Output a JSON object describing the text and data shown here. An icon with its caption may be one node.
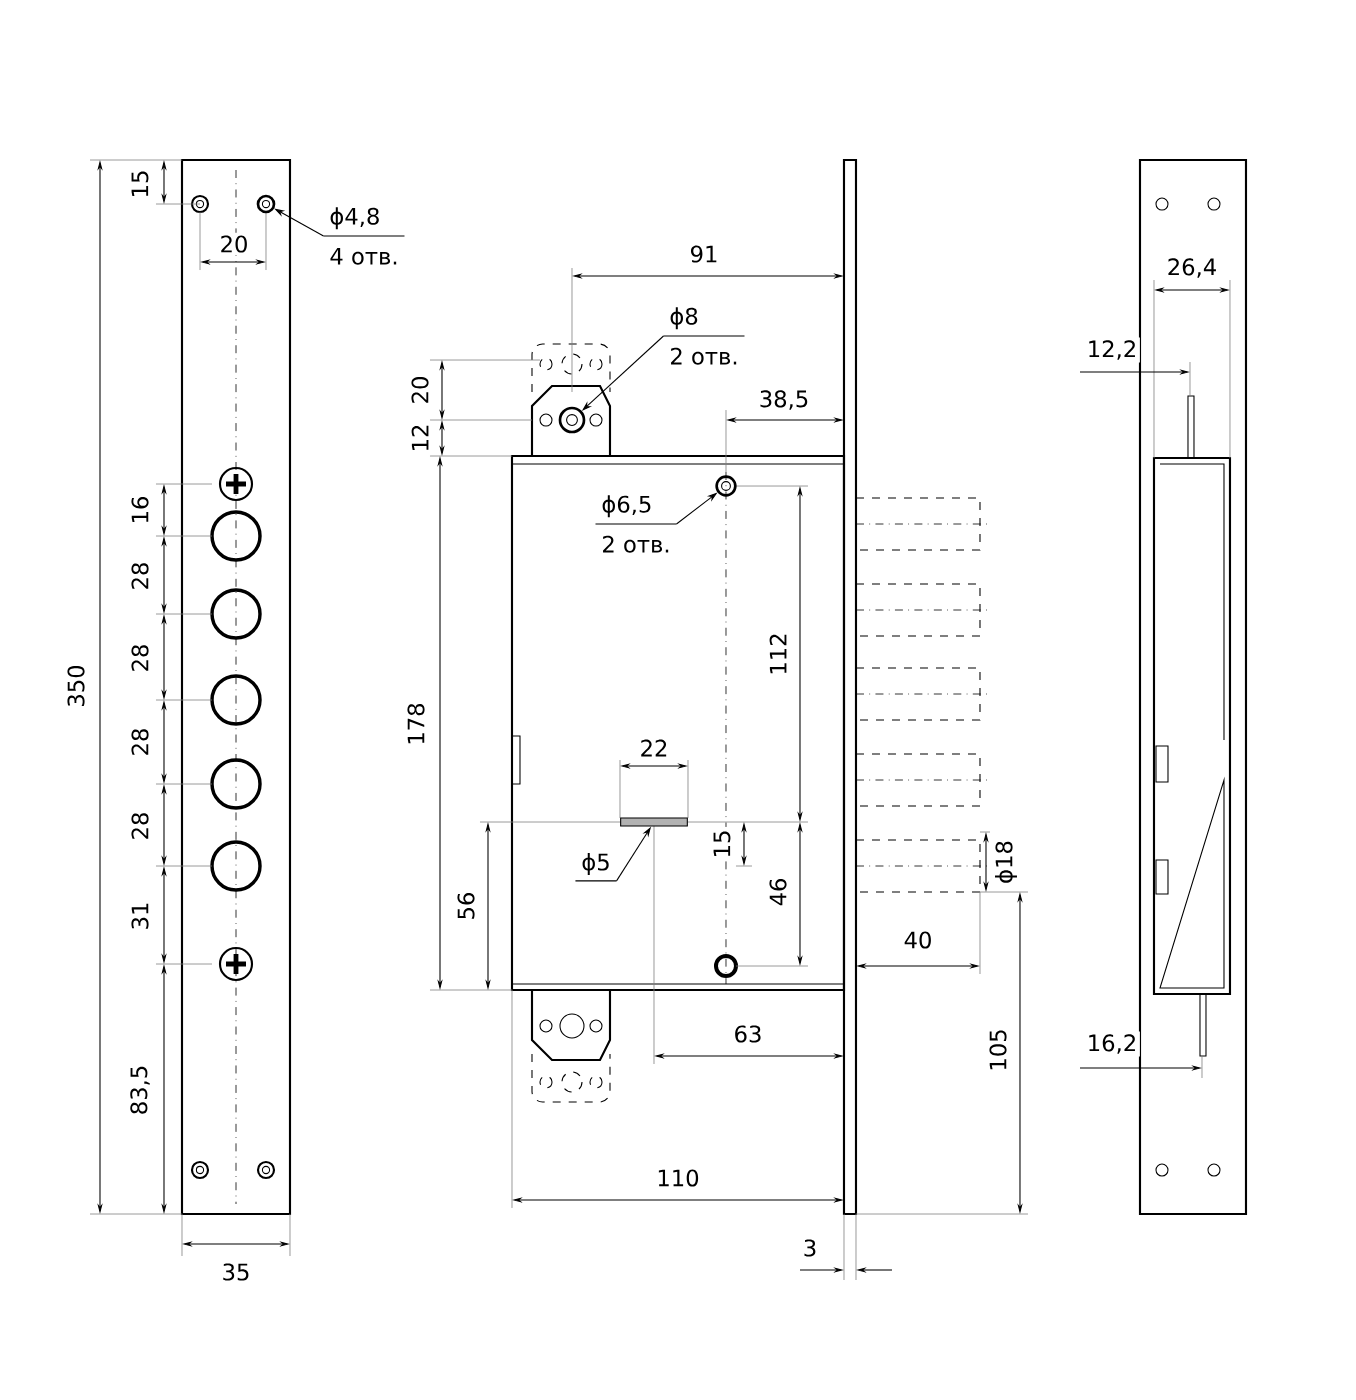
{
  "diagram": {
    "nodes": [
      {
        "text": [
          "ϕ4,8",
          "4 отв."
        ]
      },
      {
        "text": [],
        "shape": "circle"
      },
      {
        "text": [
          "ϕ8",
          "2 отв."
        ]
      },
      {
        "text": [],
        "shape": "circle"
      },
      {
        "text": [
          "ϕ6,5",
          "2 отв."
        ]
      },
      {
        "text": [],
        "shape": "circle"
      },
      {
        "text": [
          "ϕ5"
        ]
      },
      {
        "text": [],
        "shape": "bar"
      }
    ],
    "edges": [
      {
        "from": 0,
        "to": 1,
        "arrow": "to"
      },
      {
        "from": 2,
        "to": 3,
        "arrow": "to"
      },
      {
        "from": 4,
        "to": 5,
        "arrow": "to"
      },
      {
        "from": 6,
        "to": 7,
        "arrow": "to"
      }
    ],
    "labels": [
      "15",
      "20",
      "16",
      "28",
      "28",
      "28",
      "28",
      "31",
      "83,5",
      "350",
      "35",
      "91",
      "20",
      "12",
      "38,5",
      "112",
      "178",
      "22",
      "15",
      "46",
      "56",
      "ϕ18",
      "40",
      "63",
      "105",
      "110",
      "3",
      "26,4",
      "12,2",
      "16,2"
    ]
  }
}
